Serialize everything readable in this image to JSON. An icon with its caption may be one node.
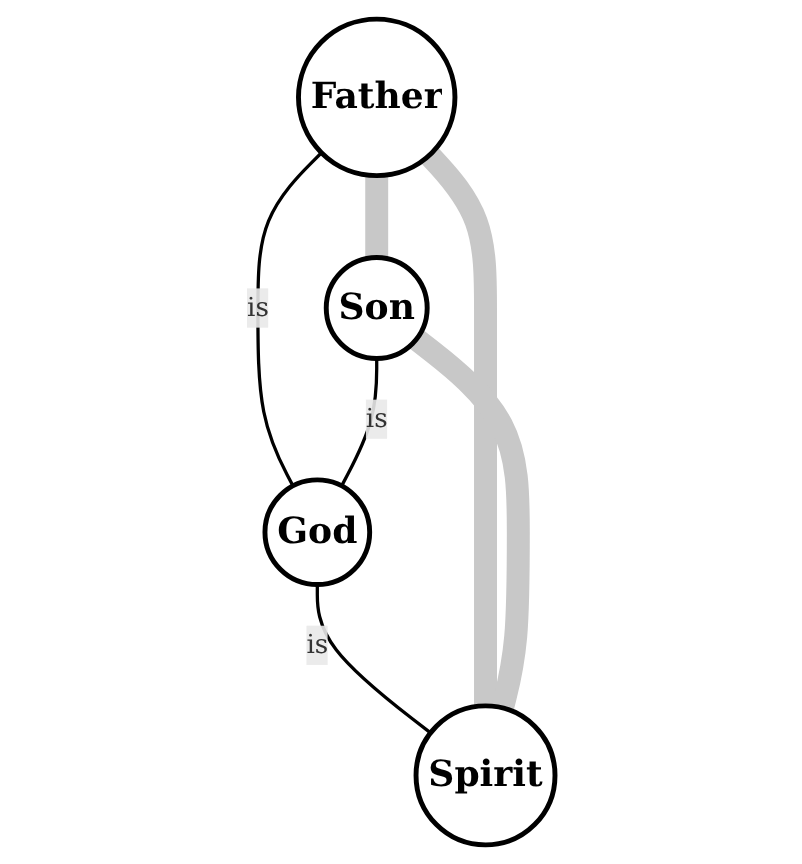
{
  "diagram": {
    "nodes": [
      {
        "text": [
          "Father"
        ]
      },
      {
        "text": [
          "Son"
        ]
      },
      {
        "text": [
          "God"
        ]
      },
      {
        "text": [
          "Spirit"
        ]
      }
    ],
    "edges": [
      {
        "from": 0,
        "to": 1,
        "arrow": "none",
        "style": "thick",
        "color": "#c8c8c8"
      },
      {
        "from": 0,
        "to": 2,
        "arrow": "none",
        "label": "is",
        "color": "#000000"
      },
      {
        "from": 1,
        "to": 2,
        "arrow": "none",
        "label": "is",
        "color": "#000000"
      },
      {
        "from": 2,
        "to": 3,
        "arrow": "none",
        "label": "is",
        "color": "#000000"
      },
      {
        "from": 0,
        "to": 3,
        "arrow": "none",
        "style": "thick",
        "color": "#c8c8c8"
      },
      {
        "from": 1,
        "to": 3,
        "arrow": "none",
        "style": "thick",
        "color": "#c8c8c8"
      }
    ]
  }
}
